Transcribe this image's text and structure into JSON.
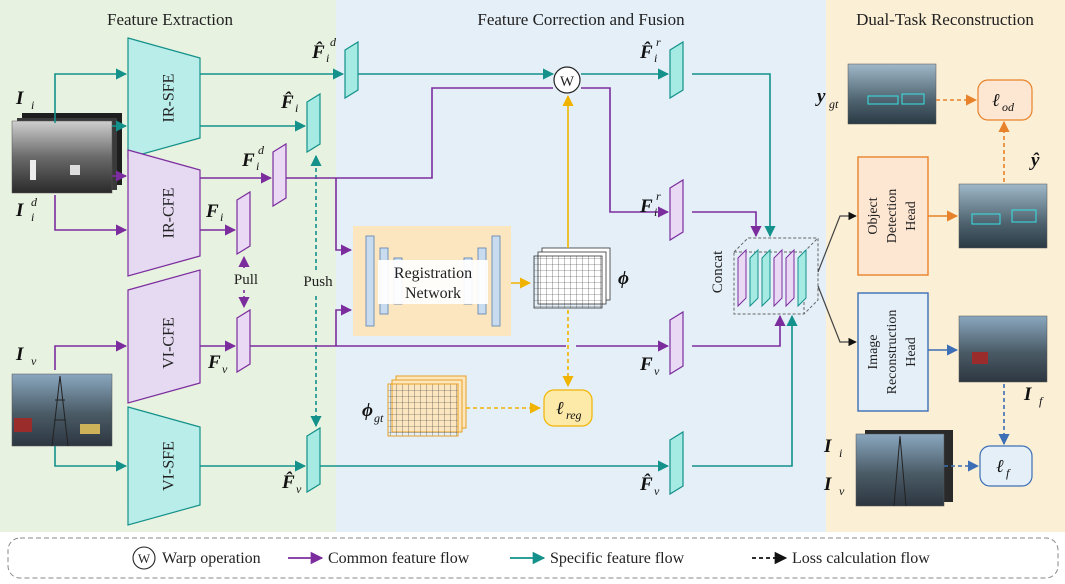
{
  "sections": {
    "extraction": "Feature Extraction",
    "correction": "Feature Correction and Fusion",
    "reconstruction": "Dual-Task Reconstruction"
  },
  "modules": {
    "ir_sfe": "IR-SFE",
    "ir_cfe": "IR-CFE",
    "vi_cfe": "VI-CFE",
    "vi_sfe": "VI-SFE"
  },
  "registration": {
    "line1": "Registration",
    "line2": "Network"
  },
  "heads": {
    "det_1": "Object",
    "det_2": "Detection",
    "det_3": "Head",
    "rec_1": "Image",
    "rec_2": "Reconstruction",
    "rec_3": "Head"
  },
  "labels": {
    "concat": "Concat",
    "pull": "Pull",
    "push": "Push",
    "warp_symbol": "W"
  },
  "variables": {
    "Ii": "I",
    "Ii_sub": "i",
    "Iid": "I",
    "Iid_sub": "i",
    "Iid_sup": "d",
    "Iv": "I",
    "Iv_sub": "v",
    "Fi": "F",
    "Fi_sub": "i",
    "Fid": "F",
    "Fid_sub": "i",
    "Fid_sup": "d",
    "Fv": "F",
    "Fv_sub": "v",
    "Fhat_id": "F̂",
    "Fhat_id_sub": "i",
    "Fhat_id_sup": "d",
    "Fhat_i": "F̂",
    "Fhat_i_sub": "i",
    "Fhat_v": "F̂",
    "Fhat_v_sub": "v",
    "Fhat_ir": "F̂",
    "Fhat_ir_sub": "i",
    "Fhat_ir_sup": "r",
    "Fir": "F",
    "Fir_sub": "i",
    "Fir_sup": "r",
    "Fv2": "F",
    "Fv2_sub": "v",
    "Fhat_v2": "F̂",
    "Fhat_v2_sub": "v",
    "phi": "ϕ",
    "phi_gt": "ϕ",
    "phi_gt_sub": "gt",
    "ygt": "y",
    "ygt_sub": "gt",
    "yhat": "ŷ",
    "If": "I",
    "If_sub": "f",
    "Ii2": "I",
    "Ii2_sub": "i",
    "Iv2": "I",
    "Iv2_sub": "v"
  },
  "losses": {
    "od": "ℓ",
    "od_sub": "od",
    "reg": "ℓ",
    "reg_sub": "reg",
    "f": "ℓ",
    "f_sub": "f"
  },
  "legend": {
    "warp": "Warp operation",
    "common": "Common feature flow",
    "specific": "Specific feature flow",
    "loss": "Loss calculation flow"
  },
  "colors": {
    "common": "#7b2d9e",
    "specific": "#13918a",
    "loss_orange": "#e8822a",
    "loss_yellow": "#f0b400",
    "loss_blue": "#3c6fb5",
    "bg_green": "#e8f2e0",
    "bg_blue": "#e4eff8",
    "bg_yellow": "#fbefd5"
  }
}
